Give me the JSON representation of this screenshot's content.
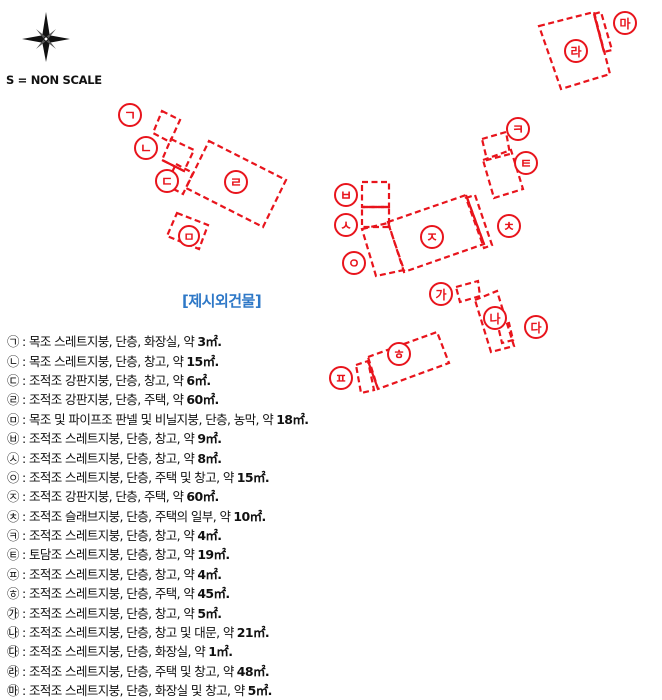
{
  "compass": {
    "icon": "compass-rose-icon"
  },
  "scale_note": "S = NON SCALE",
  "legend_title": "[제시외건물]",
  "accent_color": "#e8141c",
  "title_color": "#2e78c7",
  "legend": [
    {
      "marker": "㉠",
      "text": ": 목조 스레트지붕, 단층, 화장실, 약",
      "area": "3㎡."
    },
    {
      "marker": "㉡",
      "text": ": 목조 스레트지붕, 단층, 창고, 약",
      "area": "15㎡."
    },
    {
      "marker": "㉢",
      "text": ": 조적조 강판지붕, 단층, 창고, 약",
      "area": "6㎡."
    },
    {
      "marker": "㉣",
      "text": ": 조적조 강판지붕, 단층, 주택, 약",
      "area": "60㎡."
    },
    {
      "marker": "㉤",
      "text": ": 목조 및 파이프조 판넬 및 비닐지붕, 단층, 농막, 약",
      "area": "18㎡."
    },
    {
      "marker": "㉥",
      "text": ": 조적조 스레트지붕, 단층, 창고, 약",
      "area": "9㎡."
    },
    {
      "marker": "㉦",
      "text": ": 조적조 스레트지붕, 단층, 창고, 약",
      "area": "8㎡."
    },
    {
      "marker": "㉧",
      "text": ": 조적조 스레트지붕, 단층, 주택 및 창고, 약",
      "area": "15㎡."
    },
    {
      "marker": "㉨",
      "text": ": 조적조 강판지붕, 단층, 주택, 약",
      "area": "60㎡."
    },
    {
      "marker": "㉩",
      "text": ": 조적조 슬래브지붕, 단층, 주택의 일부, 약",
      "area": "10㎡."
    },
    {
      "marker": "㉪",
      "text": ": 조적조 스레트지붕, 단층, 창고, 약",
      "area": "4㎡."
    },
    {
      "marker": "㉫",
      "text": ": 토담조 스레트지붕, 단층, 창고, 약",
      "area": "19㎡."
    },
    {
      "marker": "㉬",
      "text": ": 조적조 스레트지붕, 단층, 창고, 약",
      "area": "4㎡."
    },
    {
      "marker": "㉭",
      "text": ": 조적조 스레트지붕, 단층, 주택, 약",
      "area": "45㎡."
    },
    {
      "marker": "㉮",
      "text": ": 조적조 스레트지붕, 단층, 창고, 약",
      "area": "5㎡."
    },
    {
      "marker": "㉯",
      "text": ": 조적조 스레트지붕, 단층, 창고 및 대문, 약",
      "area": "21㎡."
    },
    {
      "marker": "㉰",
      "text": ": 조적조 스레트지붕, 단층, 화장실, 약",
      "area": "1㎡."
    },
    {
      "marker": "㉱",
      "text": ": 조적조 스레트지붕, 단층, 주택 및 창고, 약",
      "area": "48㎡."
    },
    {
      "marker": "㉲",
      "text": ": 조적조 스레트지붕, 단층, 화장실 및 창고, 약",
      "area": "5㎡."
    }
  ],
  "labels": {
    "l1": "ㄱ",
    "l2": "ㄴ",
    "l3": "ㄷ",
    "l4": "ㄹ",
    "l5": "ㅁ",
    "l6": "ㅂ",
    "l7": "ㅅ",
    "l8": "ㅇ",
    "l9": "ㅈ",
    "l10": "ㅊ",
    "l11": "ㅋ",
    "l12": "ㅌ",
    "l13": "ㅍ",
    "l14": "ㅎ",
    "l15": "가",
    "l16": "나",
    "l17": "다",
    "l18": "라",
    "l19": "마"
  }
}
